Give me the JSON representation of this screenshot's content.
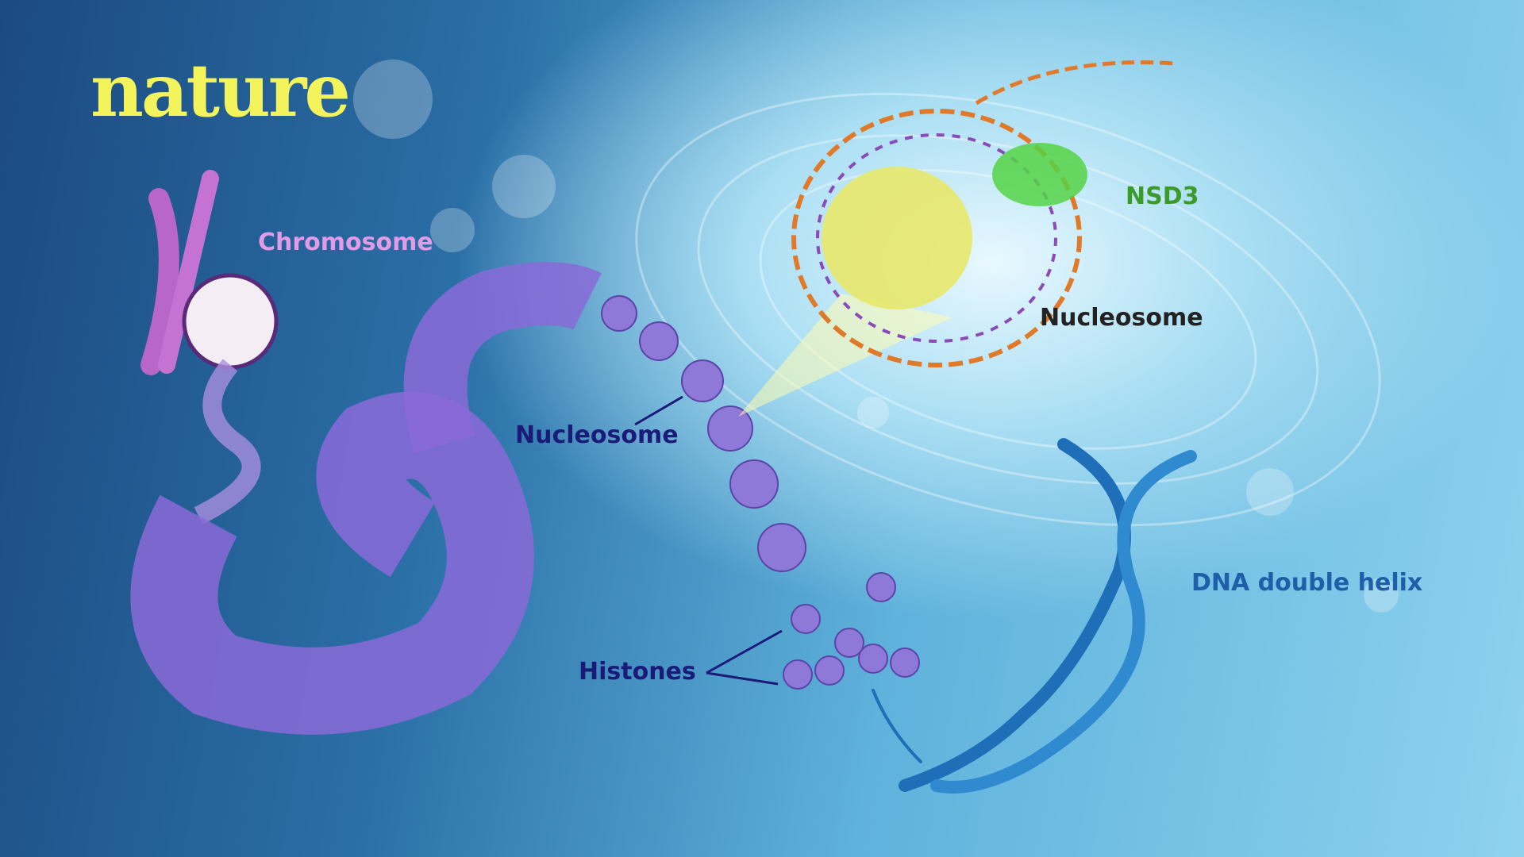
{
  "logo": "nature",
  "labels": {
    "chromosome": "Chromosome",
    "nsd3": "NSD3",
    "nucleosome_structure": "Nucleosome",
    "nucleosome_chain": "Nucleosome",
    "histones": "Histones",
    "dna": "DNA double helix"
  },
  "colors": {
    "logo": "#f3f35c",
    "chromosome": "#e39be8",
    "nsd3": "#3a9a2a",
    "nucleosome_structure": "#222222",
    "navy": "#1a1a78",
    "dna": "#1f5fa8"
  }
}
